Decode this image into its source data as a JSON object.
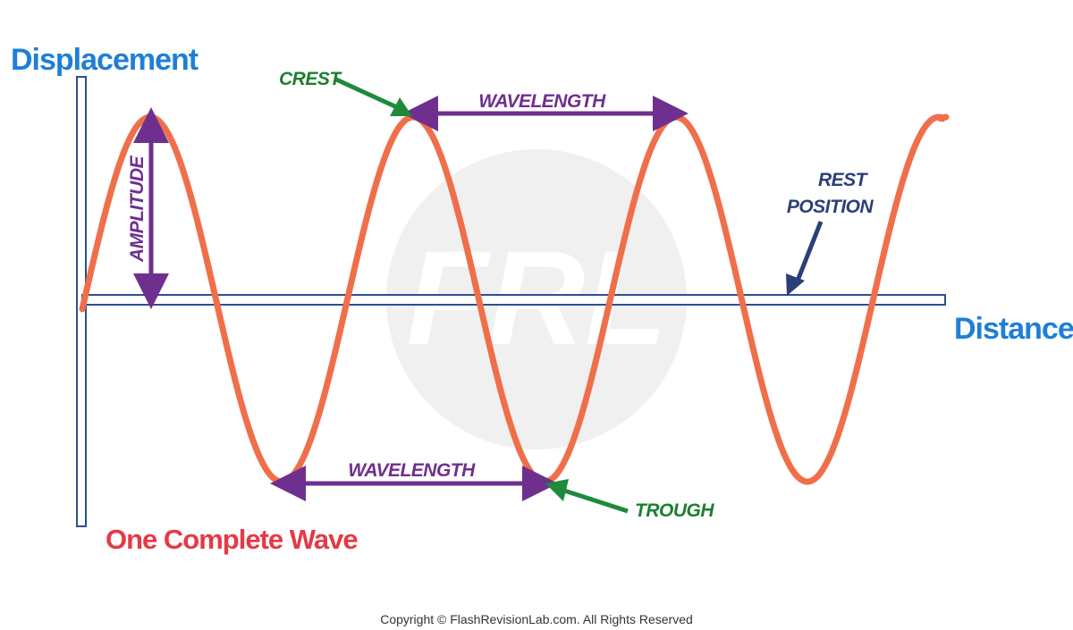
{
  "axes": {
    "y_title": "Displacement",
    "x_title": "Distance"
  },
  "labels": {
    "crest": "CREST",
    "trough": "TROUGH",
    "wavelength_top": "WAVELENGTH",
    "wavelength_bottom": "WAVELENGTH",
    "amplitude": "AMPLITUDE",
    "rest_line1": "REST",
    "rest_line2": "POSITION"
  },
  "caption": "One Complete Wave",
  "copyright": "Copyright © FlashRevisionLab.com. All Rights Reserved",
  "watermark": "FRL",
  "colors": {
    "wave": "#ef6f4a",
    "axis": "#2c4f8f",
    "axis_title": "#1f7fd6",
    "annotation_purple": "#6f2f8f",
    "pointer_green": "#1f8a3c",
    "label_green": "#1b7f2f",
    "rest_navy": "#2b3f78",
    "caption_red": "#e63946",
    "watermark_gray": "#f0f0f0"
  }
}
